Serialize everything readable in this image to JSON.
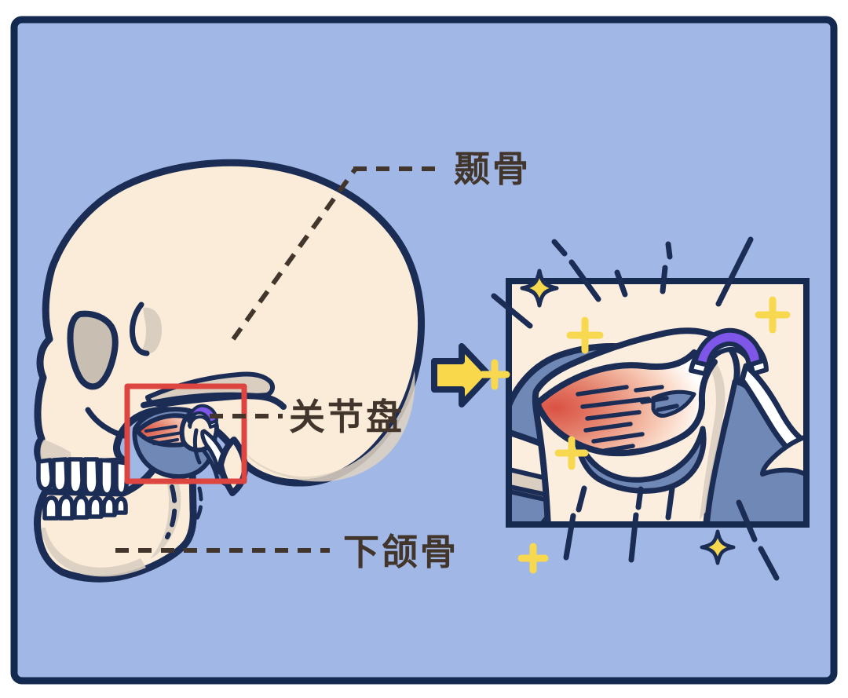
{
  "diagram": {
    "labels": {
      "temporal_bone": "颞骨",
      "articular_disc": "关节盘",
      "mandible": "下颌骨"
    },
    "colors": {
      "page_background": "#ffffff",
      "panel_background": "#a1b8e7",
      "panel_border": "#14294f",
      "outline_navy": "#1b2c55",
      "bone_cream": "#fbecd9",
      "inset_bone_cream": "#fceede",
      "bone_shadow_beige": "#d9cec0",
      "eye_socket_gray": "#c8beb2",
      "joint_space_blue": "#7088b5",
      "muscle_red": "#db5244",
      "disc_purple": "#7e57e8",
      "highlight_box_red": "#dc4540",
      "arrow_yellow": "#f9d94b",
      "sparkle_yellow": "#f7d84e",
      "label_text": "#42362c"
    },
    "icons": [
      "zoom-arrow-icon",
      "sparkle-star-icon",
      "sparkle-plus-icon"
    ]
  }
}
